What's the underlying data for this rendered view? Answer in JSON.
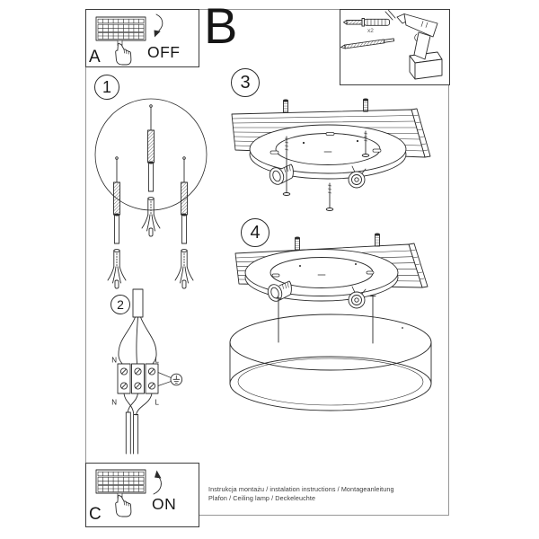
{
  "power_off_box": {
    "letter": "A",
    "state_label": "OFF"
  },
  "power_on_box": {
    "letter": "C",
    "state_label": "ON"
  },
  "tools_section": {
    "letter": "B",
    "anchor_quantity_label": "x2"
  },
  "step_numbers": [
    "1",
    "2",
    "3",
    "4"
  ],
  "wiring_labels": {
    "neutral_top": "N",
    "live_top": "L",
    "neutral_bottom": "N",
    "live_bottom": "L"
  },
  "footer": {
    "instructions_line": "Instrukcja montażu / instalation instructions / Montageanleitung",
    "product_line": "Plafon / Ceiling lamp / Deckeleuchte"
  },
  "colors": {
    "ink": "#2b2b2b",
    "frame_border": "#979797",
    "box_border": "#3c3c3c",
    "background": "#ffffff"
  }
}
